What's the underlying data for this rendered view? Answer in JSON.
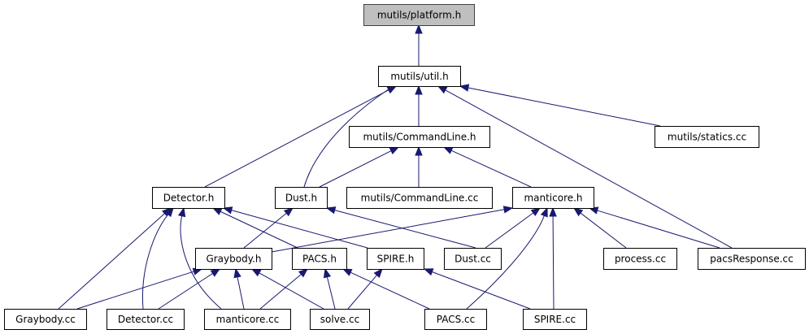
{
  "diagram": {
    "type": "include-dependency-graph",
    "root": "mutils/platform.h",
    "colors": {
      "edge": "#191970",
      "root_fill": "#bfbfbf",
      "node_fill": "#ffffff",
      "node_border": "#000000"
    },
    "nodes": [
      {
        "id": "platform_h",
        "label": "mutils/platform.h",
        "root": true
      },
      {
        "id": "util_h",
        "label": "mutils/util.h"
      },
      {
        "id": "commandline_h",
        "label": "mutils/CommandLine.h"
      },
      {
        "id": "statics_cc",
        "label": "mutils/statics.cc"
      },
      {
        "id": "detector_h",
        "label": "Detector.h"
      },
      {
        "id": "dust_h",
        "label": "Dust.h"
      },
      {
        "id": "commandline_cc",
        "label": "mutils/CommandLine.cc"
      },
      {
        "id": "manticore_h",
        "label": "manticore.h"
      },
      {
        "id": "graybody_h",
        "label": "Graybody.h"
      },
      {
        "id": "pacs_h",
        "label": "PACS.h"
      },
      {
        "id": "spire_h",
        "label": "SPIRE.h"
      },
      {
        "id": "dust_cc",
        "label": "Dust.cc"
      },
      {
        "id": "process_cc",
        "label": "process.cc"
      },
      {
        "id": "pacsresponse_cc",
        "label": "pacsResponse.cc"
      },
      {
        "id": "graybody_cc",
        "label": "Graybody.cc"
      },
      {
        "id": "detector_cc",
        "label": "Detector.cc"
      },
      {
        "id": "manticore_cc",
        "label": "manticore.cc"
      },
      {
        "id": "solve_cc",
        "label": "solve.cc"
      },
      {
        "id": "pacs_cc",
        "label": "PACS.cc"
      },
      {
        "id": "spire_cc",
        "label": "SPIRE.cc"
      }
    ],
    "edges": [
      {
        "from": "util_h",
        "to": "platform_h"
      },
      {
        "from": "commandline_h",
        "to": "util_h"
      },
      {
        "from": "statics_cc",
        "to": "util_h"
      },
      {
        "from": "detector_h",
        "to": "util_h"
      },
      {
        "from": "dust_h",
        "to": "util_h"
      },
      {
        "from": "pacsresponse_cc",
        "to": "util_h"
      },
      {
        "from": "dust_h",
        "to": "commandline_h"
      },
      {
        "from": "commandline_cc",
        "to": "commandline_h"
      },
      {
        "from": "manticore_h",
        "to": "commandline_h"
      },
      {
        "from": "graybody_h",
        "to": "dust_h"
      },
      {
        "from": "dust_cc",
        "to": "dust_h"
      },
      {
        "from": "graybody_cc",
        "to": "detector_h"
      },
      {
        "from": "detector_cc",
        "to": "detector_h"
      },
      {
        "from": "manticore_cc",
        "to": "detector_h"
      },
      {
        "from": "pacs_h",
        "to": "detector_h"
      },
      {
        "from": "spire_h",
        "to": "detector_h"
      },
      {
        "from": "graybody_h",
        "to": "manticore_h"
      },
      {
        "from": "dust_cc",
        "to": "manticore_h"
      },
      {
        "from": "pacs_cc",
        "to": "manticore_h"
      },
      {
        "from": "spire_cc",
        "to": "manticore_h"
      },
      {
        "from": "process_cc",
        "to": "manticore_h"
      },
      {
        "from": "pacsresponse_cc",
        "to": "manticore_h"
      },
      {
        "from": "graybody_cc",
        "to": "graybody_h"
      },
      {
        "from": "detector_cc",
        "to": "graybody_h"
      },
      {
        "from": "manticore_cc",
        "to": "graybody_h"
      },
      {
        "from": "solve_cc",
        "to": "graybody_h"
      },
      {
        "from": "manticore_cc",
        "to": "pacs_h"
      },
      {
        "from": "solve_cc",
        "to": "pacs_h"
      },
      {
        "from": "pacs_cc",
        "to": "pacs_h"
      },
      {
        "from": "solve_cc",
        "to": "spire_h"
      },
      {
        "from": "spire_cc",
        "to": "spire_h"
      }
    ]
  }
}
